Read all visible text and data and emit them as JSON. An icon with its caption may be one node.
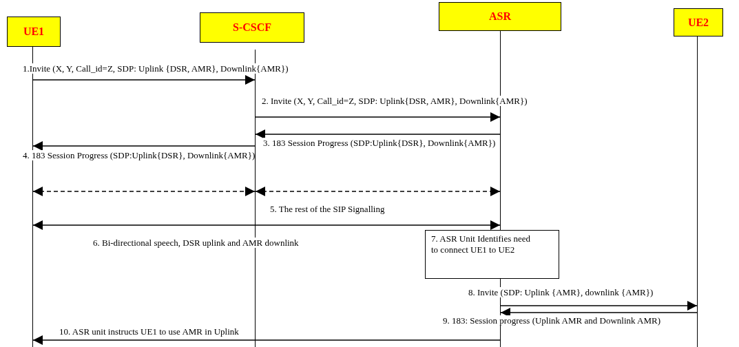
{
  "diagram": {
    "nodes": [
      {
        "text": [
          "UE1"
        ]
      },
      {
        "text": [
          "S-CSCF"
        ]
      },
      {
        "text": [
          "ASR"
        ]
      },
      {
        "text": [
          "UE2"
        ]
      },
      {
        "text": [],
        "shape": "bar"
      },
      {
        "text": [],
        "shape": "bar"
      },
      {
        "text": [],
        "shape": "bar"
      },
      {
        "text": [],
        "shape": "bar"
      },
      {
        "text": [
          "7. ASR Unit Identifies need to connect UE1 to UE2"
        ]
      }
    ],
    "edges": [
      {
        "from": 4,
        "to": 5,
        "arrow": "to",
        "label": "1.Invite (X, Y, Call_id=Z, SDP: Uplink {DSR, AMR}, Downlink{AMR})"
      },
      {
        "from": 5,
        "to": 6,
        "arrow": "to",
        "label": "2.  Invite (X, Y, Call_id=Z, SDP: Uplink{DSR, AMR}, Downlink{AMR})"
      },
      {
        "from": 6,
        "to": 5,
        "arrow": "to",
        "label": "3.  183 Session Progress (SDP:Uplink{DSR}, Downlink{AMR})"
      },
      {
        "from": 5,
        "to": 4,
        "arrow": "to",
        "label": "4.  183 Session Progress (SDP:Uplink{DSR}, Downlink{AMR})"
      },
      {
        "from": 4,
        "to": 5,
        "arrow": "both",
        "style": "dashed"
      },
      {
        "from": 5,
        "to": 6,
        "arrow": "both",
        "style": "dashed"
      },
      {
        "from": 4,
        "to": 6,
        "arrow": "both",
        "label": "6.  Bi-directional speech, DSR uplink and AMR downlink"
      },
      {
        "from": 6,
        "to": 7,
        "arrow": "to",
        "label": "8.  Invite (SDP: Uplink {AMR}, downlink {AMR})"
      },
      {
        "from": 7,
        "to": 6,
        "arrow": "to",
        "label": "9.  183: Session progress (Uplink AMR and Downlink AMR)"
      },
      {
        "from": 6,
        "to": 4,
        "arrow": "to",
        "label": "10.  ASR unit instructs UE1 to use AMR in Uplink"
      }
    ],
    "labels": [
      "5.  The rest of the SIP Signalling"
    ]
  }
}
